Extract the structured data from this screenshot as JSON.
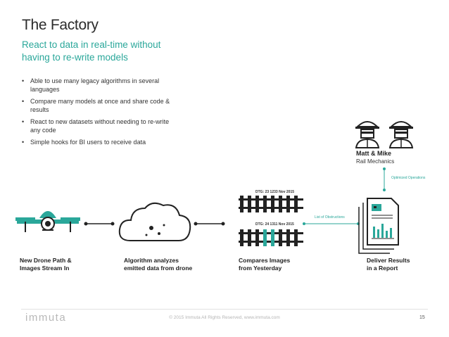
{
  "slide": {
    "title": "The Factory",
    "subtitle": "React to data in real-time without having to re-write models",
    "bullets": [
      "Able to use many legacy algorithms in several languages",
      "Compare many models at once and share code & results",
      "React to new datasets without needing to re-write any code",
      "Simple hooks for BI users to receive data"
    ]
  },
  "pipeline": {
    "drone_caption": [
      "New Drone Path &",
      "Images Stream In"
    ],
    "algorithm_caption": [
      "Algorithm analyzes",
      "emitted data from drone"
    ],
    "compare_caption": [
      "Compares Images",
      "from Yesterday"
    ],
    "report_caption": [
      "Deliver Results",
      "in a Report"
    ],
    "dtg_top": "DTG: 23 1233 Nov 2015",
    "dtg_bottom": "DTG: 24 1311 Nov 2015",
    "list_label": "List of Obstructions",
    "optimized_label": "Optimized Operations",
    "people_name": "Matt & Mike",
    "people_role": "Rail Mechanics"
  },
  "footer": {
    "logo": "immuta",
    "copyright": "© 2015 Immuta All Rights Reserved, www.immuta.com",
    "page_number": "15"
  },
  "colors": {
    "accent": "#2aa79a",
    "dark": "#222222",
    "text": "#333333",
    "muted": "#b5b5b5"
  }
}
